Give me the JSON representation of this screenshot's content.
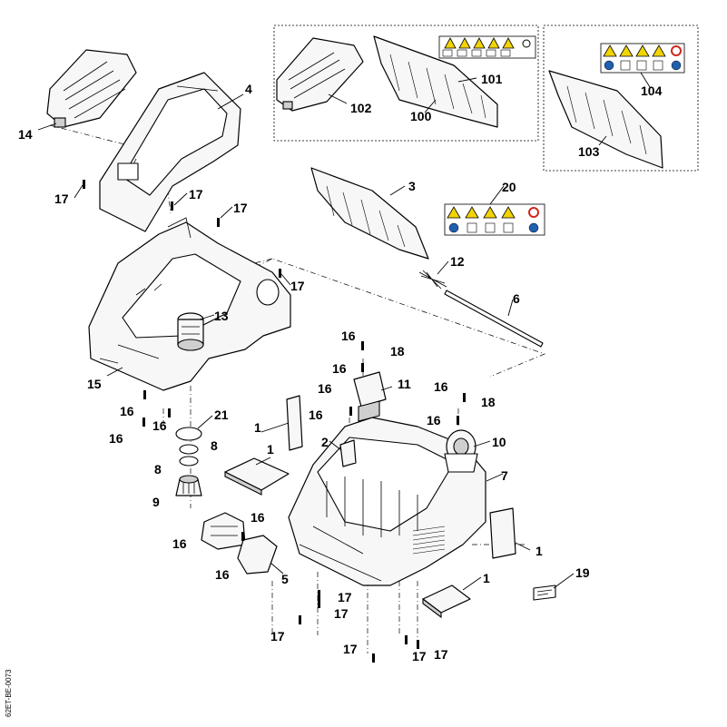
{
  "diagram": {
    "callouts": [
      {
        "id": "c-14",
        "label": "14"
      },
      {
        "id": "c-4",
        "label": "4"
      },
      {
        "id": "c-102",
        "label": "102"
      },
      {
        "id": "c-101",
        "label": "101"
      },
      {
        "id": "c-100",
        "label": "100"
      },
      {
        "id": "c-104",
        "label": "104"
      },
      {
        "id": "c-103",
        "label": "103"
      },
      {
        "id": "c-17a",
        "label": "17"
      },
      {
        "id": "c-17b",
        "label": "17"
      },
      {
        "id": "c-17c",
        "label": "17"
      },
      {
        "id": "c-3",
        "label": "3"
      },
      {
        "id": "c-20",
        "label": "20"
      },
      {
        "id": "c-12",
        "label": "12"
      },
      {
        "id": "c-17d",
        "label": "17"
      },
      {
        "id": "c-6",
        "label": "6"
      },
      {
        "id": "c-13",
        "label": "13"
      },
      {
        "id": "c-15",
        "label": "15"
      },
      {
        "id": "c-16a",
        "label": "16"
      },
      {
        "id": "c-18a",
        "label": "18"
      },
      {
        "id": "c-16b",
        "label": "16"
      },
      {
        "id": "c-11",
        "label": "11"
      },
      {
        "id": "c-16c",
        "label": "16"
      },
      {
        "id": "c-16d",
        "label": "16"
      },
      {
        "id": "c-18b",
        "label": "18"
      },
      {
        "id": "c-16e",
        "label": "16"
      },
      {
        "id": "c-16f",
        "label": "16"
      },
      {
        "id": "c-16g",
        "label": "16"
      },
      {
        "id": "c-16h",
        "label": "16"
      },
      {
        "id": "c-16i",
        "label": "16"
      },
      {
        "id": "c-21",
        "label": "21"
      },
      {
        "id": "c-1a",
        "label": "1"
      },
      {
        "id": "c-2",
        "label": "2"
      },
      {
        "id": "c-10",
        "label": "10"
      },
      {
        "id": "c-8a",
        "label": "8"
      },
      {
        "id": "c-8b",
        "label": "8"
      },
      {
        "id": "c-1b",
        "label": "1"
      },
      {
        "id": "c-7",
        "label": "7"
      },
      {
        "id": "c-9",
        "label": "9"
      },
      {
        "id": "c-16j",
        "label": "16"
      },
      {
        "id": "c-16k",
        "label": "16"
      },
      {
        "id": "c-16l",
        "label": "16"
      },
      {
        "id": "c-5",
        "label": "5"
      },
      {
        "id": "c-1c",
        "label": "1"
      },
      {
        "id": "c-1d",
        "label": "1"
      },
      {
        "id": "c-19",
        "label": "19"
      },
      {
        "id": "c-17e",
        "label": "17"
      },
      {
        "id": "c-17f",
        "label": "17"
      },
      {
        "id": "c-17g",
        "label": "17"
      },
      {
        "id": "c-17h",
        "label": "17"
      },
      {
        "id": "c-17i",
        "label": "17"
      },
      {
        "id": "c-17j",
        "label": "17"
      }
    ],
    "drawing_code": "62ET-BE-0073"
  }
}
